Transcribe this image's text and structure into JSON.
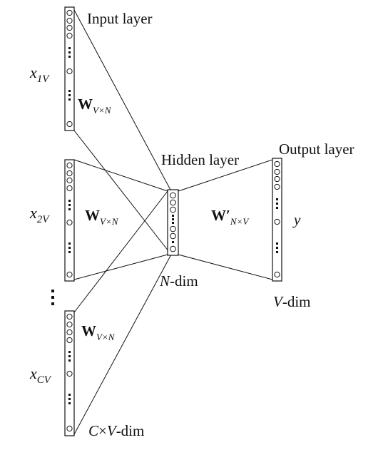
{
  "labels": {
    "input_layer": "Input layer",
    "hidden_layer": "Hidden layer",
    "output_layer": "Output layer",
    "n_dim": {
      "var": "N",
      "rest": "-dim"
    },
    "v_dim": {
      "var": "V",
      "rest": "-dim"
    },
    "cv_dim": {
      "var1": "C",
      "times": "×",
      "var2": "V",
      "rest": "-dim"
    },
    "x1": {
      "base": "x",
      "sub": "1V"
    },
    "x2": {
      "base": "x",
      "sub": "2V"
    },
    "xc": {
      "base": "x",
      "sub": "CV"
    },
    "y": "y",
    "w_input": {
      "base": "W",
      "sub": "V×N"
    },
    "w_output": {
      "base": "W′",
      "sub": "N×V"
    }
  },
  "colors": {
    "ink": "#111111",
    "background": "#ffffff"
  }
}
